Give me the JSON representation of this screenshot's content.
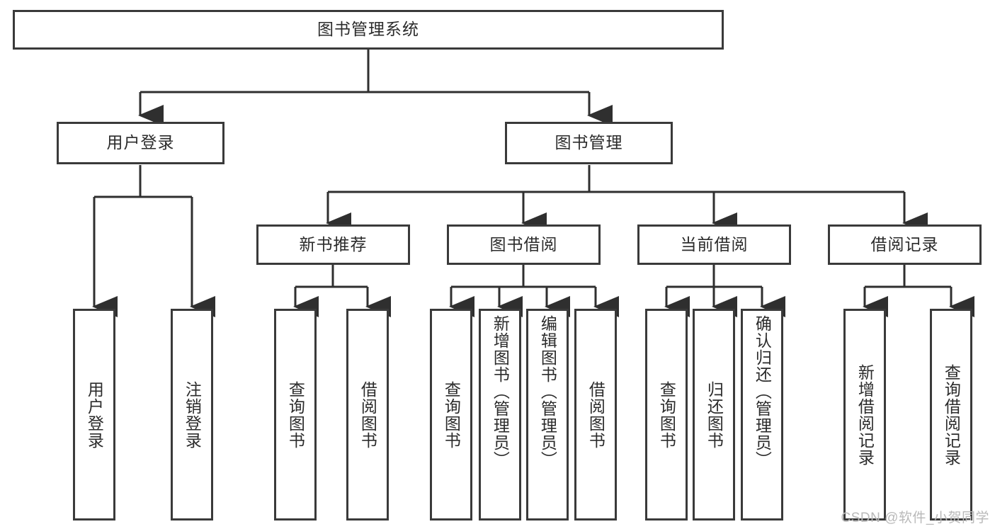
{
  "diagram": {
    "title": "图书管理系统",
    "type": "tree",
    "colors": {
      "background": "#ffffff",
      "border": "#3a3a3a",
      "text": "#2b2b2b",
      "edge": "#2f2f2f",
      "watermark": "#b9b9b9"
    },
    "root": {
      "label": "图书管理系统"
    },
    "level1": [
      {
        "label": "用户登录"
      },
      {
        "label": "图书管理"
      }
    ],
    "level2": [
      {
        "label": "新书推荐"
      },
      {
        "label": "图书借阅"
      },
      {
        "label": "当前借阅"
      },
      {
        "label": "借阅记录"
      }
    ],
    "leaves": {
      "user_login": [
        {
          "label": "用户登录"
        },
        {
          "label": "注销登录"
        }
      ],
      "new_book_recommend": [
        {
          "label": "查询图书"
        },
        {
          "label": "借阅图书"
        }
      ],
      "book_borrow": [
        {
          "label": "查询图书"
        },
        {
          "label": "新增图书（管理员）"
        },
        {
          "label": "编辑图书（管理员）"
        },
        {
          "label": "借阅图书"
        }
      ],
      "current_borrow": [
        {
          "label": "查询图书"
        },
        {
          "label": "归还图书"
        },
        {
          "label": "确认归还（管理员）"
        }
      ],
      "borrow_record": [
        {
          "label": "新增借阅记录"
        },
        {
          "label": "查询借阅记录"
        }
      ]
    }
  },
  "watermark": {
    "text": "CSDN @软件_小贺同学"
  }
}
